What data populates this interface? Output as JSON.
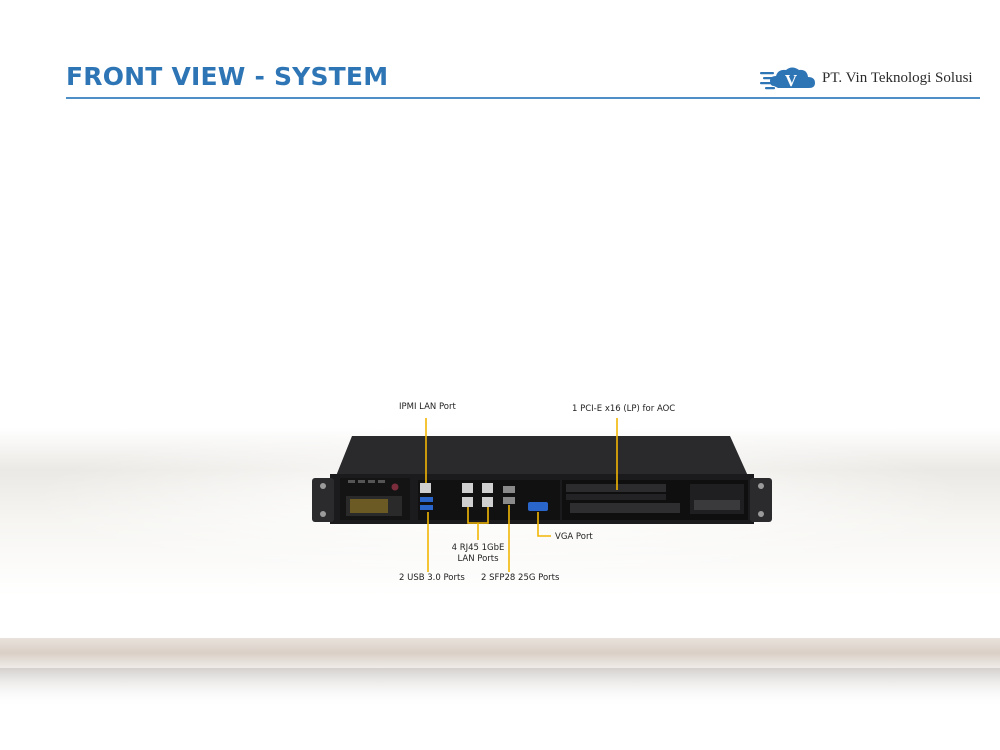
{
  "header": {
    "title": "FRONT VIEW - SYSTEM",
    "title_color": "#2e75b6",
    "rule_color": "#4f8fc7"
  },
  "logo": {
    "letter": "V",
    "text": "PT. Vin Teknologi Solusi",
    "mark_color": "#2e75b6"
  },
  "callouts": {
    "ipmi": "IPMI LAN Port",
    "pcie": "1 PCI-E x16 (LP) for AOC",
    "rj45": "4 RJ45 1GbE\nLAN Ports",
    "vga": "VGA Port",
    "usb": "2 USB 3.0 Ports",
    "sfp": "2 SFP28 25G Ports"
  },
  "colors": {
    "leader": "#f2b705",
    "chassis": "#1c1c1e",
    "port_blue": "#2a66c9"
  }
}
